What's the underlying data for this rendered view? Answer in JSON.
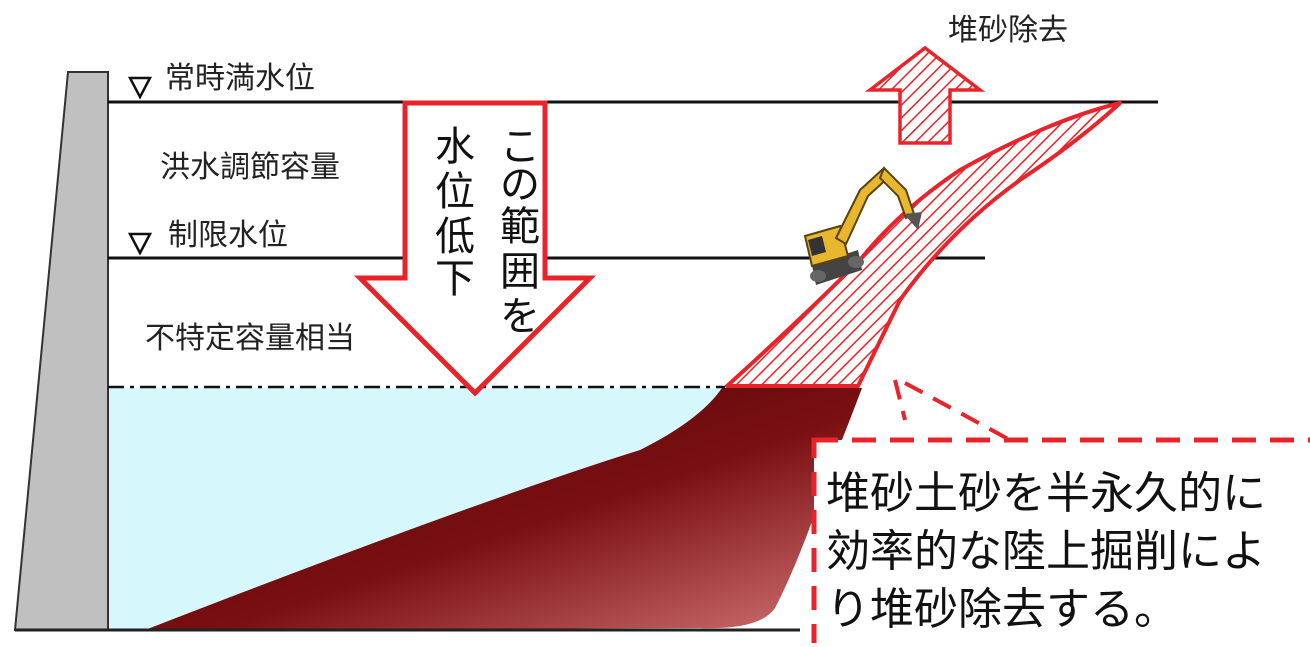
{
  "labels": {
    "normal_full_level": "常時満水位",
    "flood_control_capacity": "洪水調節容量",
    "restricted_level": "制限水位",
    "unspecified_capacity": "不特定容量相当",
    "sediment_removal": "堆砂除去"
  },
  "arrow_text": {
    "line1": [
      "こ",
      "の",
      "範",
      "囲",
      "を"
    ],
    "line2": [
      "水",
      "位",
      "低",
      "下"
    ]
  },
  "note": {
    "lines": [
      "堆砂土砂を半永久的に",
      "効率的な陸上掘削によ",
      "り堆砂除去する。"
    ]
  },
  "colors": {
    "accent_red": "#e8232a",
    "water": "#d6f8fc",
    "dam": "#c0c0c0",
    "sediment_dark": "#6e0a0c",
    "sediment_light": "#c96565"
  },
  "icons": {
    "level_marker": "triangle-down",
    "machine": "excavator"
  }
}
